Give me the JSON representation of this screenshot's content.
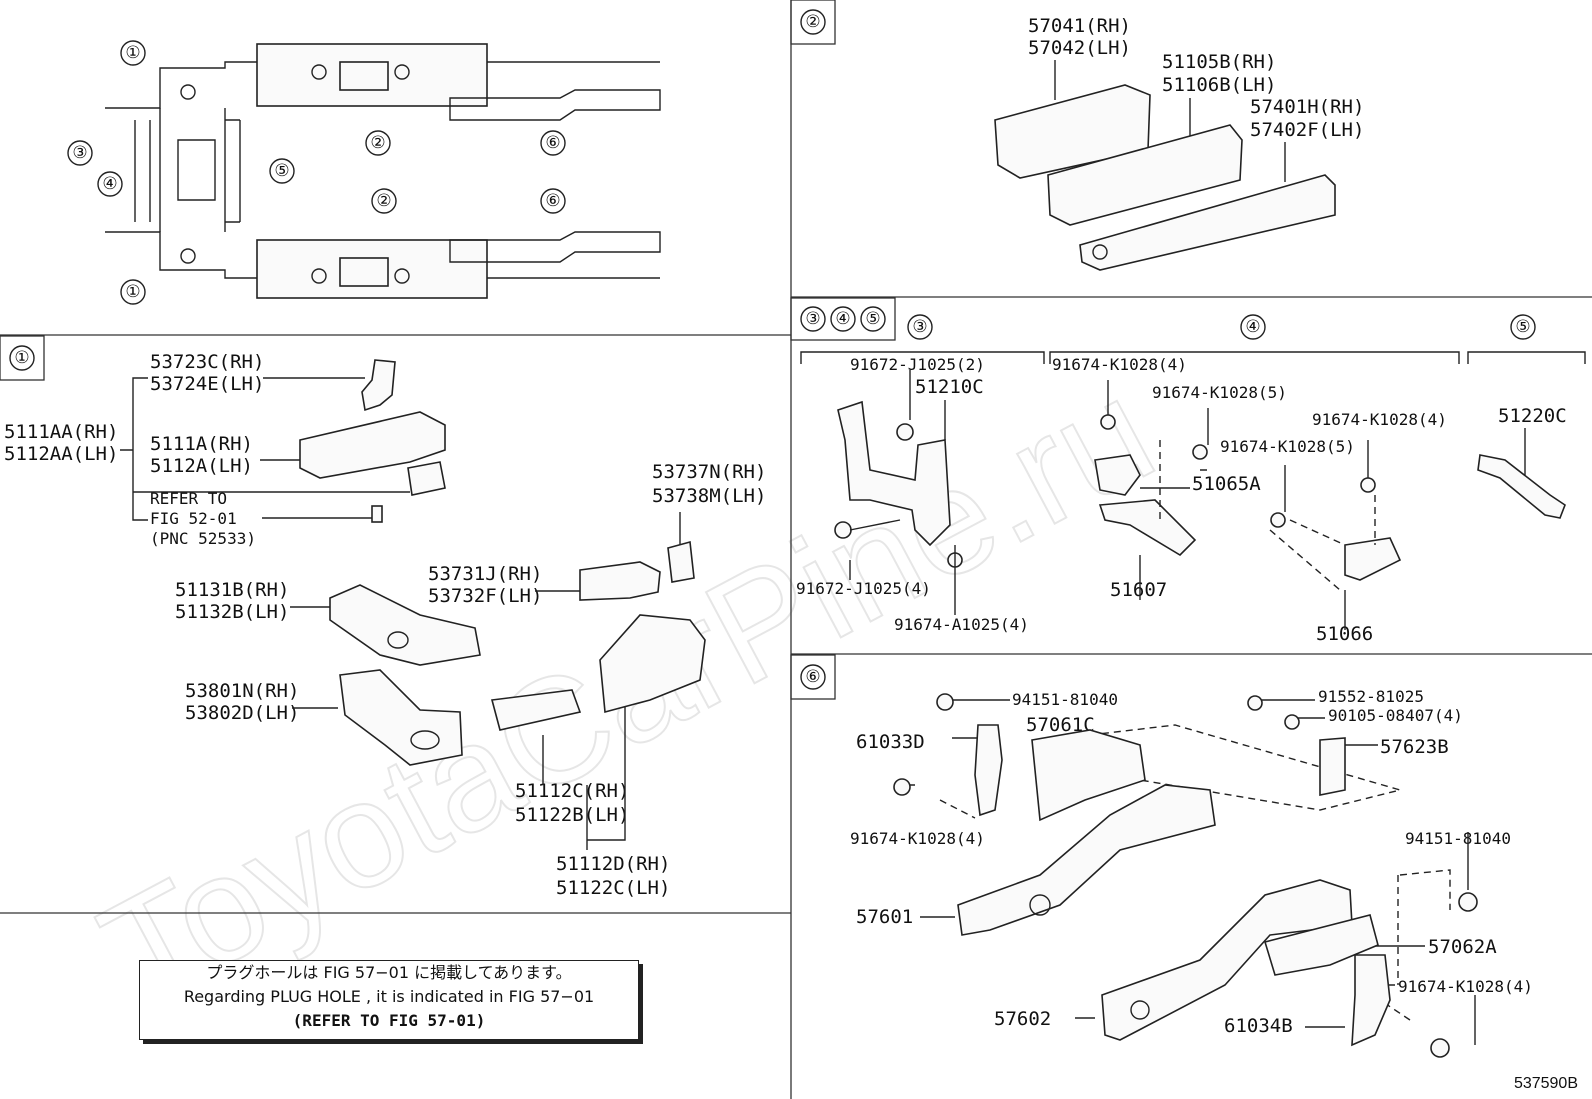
{
  "watermark": "ToyotaCarPine.ru",
  "overview": {
    "callouts": [
      "①",
      "②",
      "③",
      "④",
      "⑤",
      "⑥",
      "②",
      "⑥",
      "①"
    ]
  },
  "panels": {
    "p1": {
      "tag": "①",
      "labels": {
        "p53723": "53723C(RH)",
        "p53724": "53724E(LH)",
        "p5111aa": "5111AA(RH)",
        "p5112aa": "5112AA(LH)",
        "p5111a": "5111A(RH)",
        "p5112a": "5112A(LH)",
        "refer1": "REFER TO",
        "refer2": "FIG 52-01",
        "refer3": "(PNC 52533)",
        "p53737": "53737N(RH)",
        "p53738": "53738M(LH)",
        "p51131": "51131B(RH)",
        "p51132": "51132B(LH)",
        "p53731": "53731J(RH)",
        "p53732": "53732F(LH)",
        "p53801": "53801N(RH)",
        "p53802": "53802D(LH)",
        "p51112c": "51112C(RH)",
        "p51122b": "51122B(LH)",
        "p51112d": "51112D(RH)",
        "p51122c": "51122C(LH)"
      }
    },
    "p2": {
      "tag": "②",
      "labels": {
        "p57041": "57041(RH)",
        "p57042": "57042(LH)",
        "p51105": "51105B(RH)",
        "p51106": "51106B(LH)",
        "p57401": "57401H(RH)",
        "p57402": "57402F(LH)"
      }
    },
    "p345": {
      "tags": [
        "③",
        "④",
        "⑤"
      ],
      "sub3": "③",
      "sub4": "④",
      "sub5": "⑤",
      "labels": {
        "b1": "91672-J1025(2)",
        "p51210": "51210C",
        "b2": "91672-J1025(4)",
        "b3": "91674-A1025(4)",
        "b4": "91674-K1028(4)",
        "b5": "91674-K1028(5)",
        "p51065": "51065A",
        "p51607": "51607",
        "b6": "91674-K1028(4)",
        "b7": "91674-K1028(5)",
        "p51066": "51066",
        "p51220": "51220C"
      }
    },
    "p6": {
      "tag": "⑥",
      "labels": {
        "n1": "94151-81040",
        "p57061": "57061C",
        "p61033": "61033D",
        "b1": "91674-K1028(4)",
        "b2": "91552-81025",
        "b3": "90105-08407(4)",
        "p57623": "57623B",
        "n2": "94151-81040",
        "p57601": "57601",
        "p57062": "57062A",
        "b4": "91674-K1028(4)",
        "p57602": "57602",
        "p61034": "61034B"
      }
    }
  },
  "note": {
    "line1": "プラグホールは FIG 57−01 に掲載してあります。",
    "line2": "Regarding  PLUG  HOLE , it is indicated in  FIG  57−01",
    "line3": "(REFER TO FIG 57-01)"
  },
  "diagram_code": "537590B"
}
